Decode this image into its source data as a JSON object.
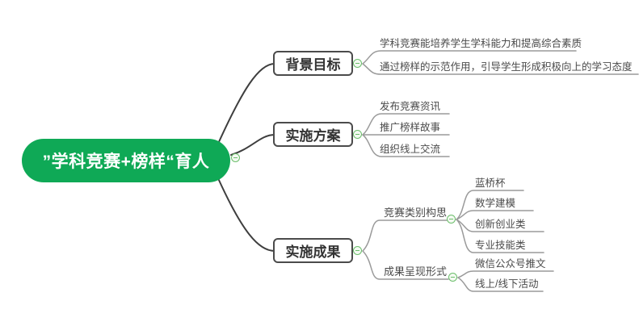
{
  "root": {
    "label": "”学科竞赛+榜样“育人"
  },
  "branches": [
    {
      "label": "背景目标",
      "children": [
        {
          "label": "学科竞赛能培养学生学科能力和提高综合素质"
        },
        {
          "label": "通过榜样的示范作用，引导学生形成积极向上的学习态度"
        }
      ]
    },
    {
      "label": "实施方案",
      "children": [
        {
          "label": "发布竞赛资讯"
        },
        {
          "label": "推广榜样故事"
        },
        {
          "label": "组织线上交流"
        }
      ]
    },
    {
      "label": "实施成果",
      "children": [
        {
          "label": "竞赛类别构思",
          "children": [
            {
              "label": "蓝桥杯"
            },
            {
              "label": "数学建模"
            },
            {
              "label": "创新创业类"
            },
            {
              "label": "专业技能类"
            }
          ]
        },
        {
          "label": "成果呈现形式",
          "children": [
            {
              "label": "微信公众号推文"
            },
            {
              "label": "线上/线下活动"
            }
          ]
        }
      ]
    }
  ],
  "icons": {
    "collapse": "minus-in-circle"
  },
  "colors": {
    "root_fill": "#0fa956",
    "root_text": "#ffffff",
    "branch_border": "#4b4b4b",
    "branch_text": "#333333",
    "leaf_text": "#4a4a4a",
    "connector_dark": "#3e3e3e",
    "connector_light": "#9a9a9a",
    "collapse_green": "#6cbf6c"
  }
}
